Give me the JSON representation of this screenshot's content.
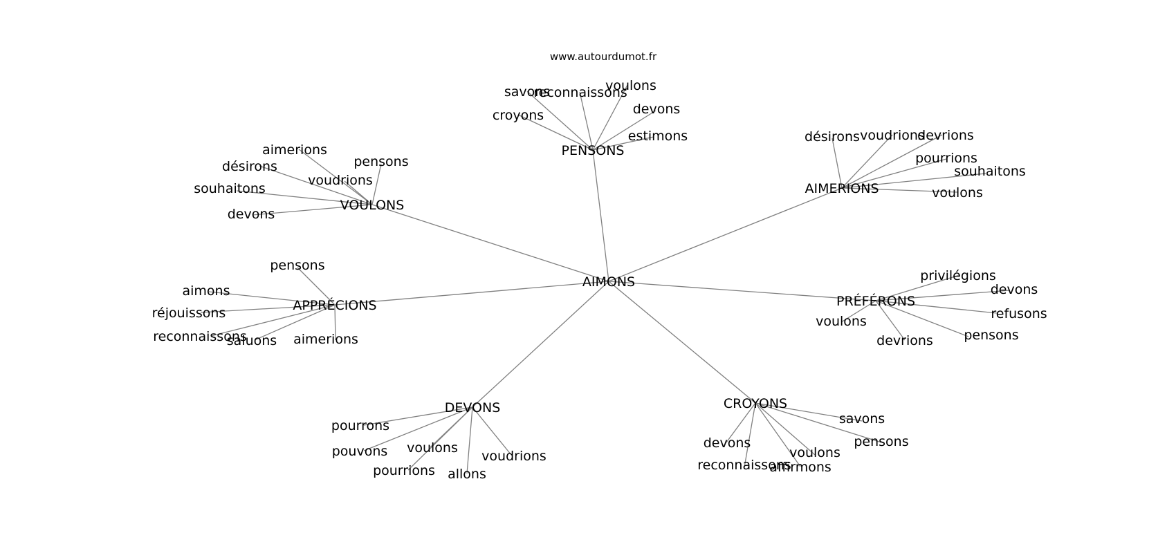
{
  "site": "www.autourdumot.fr",
  "center": "AIMONS",
  "clusters": [
    {
      "hub": "PENSONS",
      "words": [
        "savons",
        "reconnaissons",
        "voulons",
        "devons",
        "croyons",
        "estimons"
      ]
    },
    {
      "hub": "VOULONS",
      "words": [
        "aimerions",
        "pensons",
        "désirons",
        "voudrions",
        "souhaitons",
        "devons"
      ]
    },
    {
      "hub": "AIMERIONS",
      "words": [
        "désirons",
        "voudrions",
        "devrions",
        "pourrions",
        "souhaitons",
        "voulons"
      ]
    },
    {
      "hub": "APPRÉCIONS",
      "words": [
        "pensons",
        "aimons",
        "réjouissons",
        "reconnaissons",
        "saluons",
        "aimerions"
      ]
    },
    {
      "hub": "PRÉFÉRONS",
      "words": [
        "privilégions",
        "devons",
        "refusons",
        "voulons",
        "devrions",
        "pensons"
      ]
    },
    {
      "hub": "DEVONS",
      "words": [
        "pourrons",
        "pouvons",
        "voulons",
        "voudrions",
        "pourrions",
        "allons"
      ]
    },
    {
      "hub": "CROYONS",
      "words": [
        "savons",
        "pensons",
        "devons",
        "voulons",
        "reconnaissons",
        "affirmons"
      ]
    }
  ]
}
